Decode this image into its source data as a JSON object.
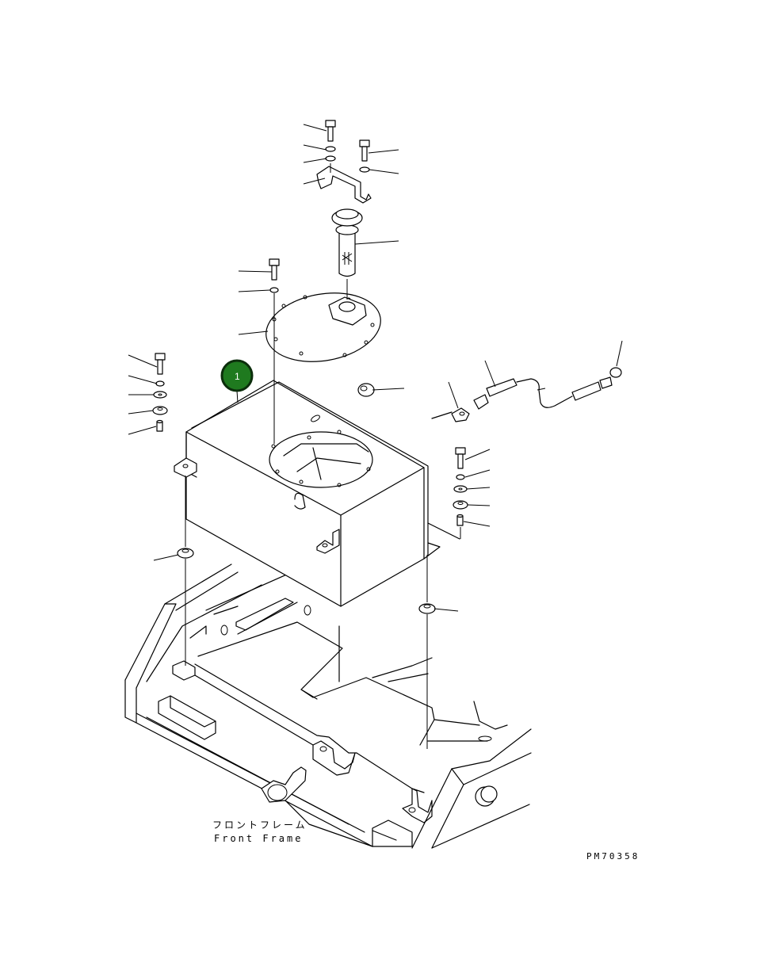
{
  "callout": {
    "number": "1",
    "fill": "#1f7a1f",
    "ring": "#0c2e0c"
  },
  "labels": {
    "frame_jp": "フロントフレーム",
    "frame_en": "Front Frame",
    "drawing_code": "PM70358"
  }
}
